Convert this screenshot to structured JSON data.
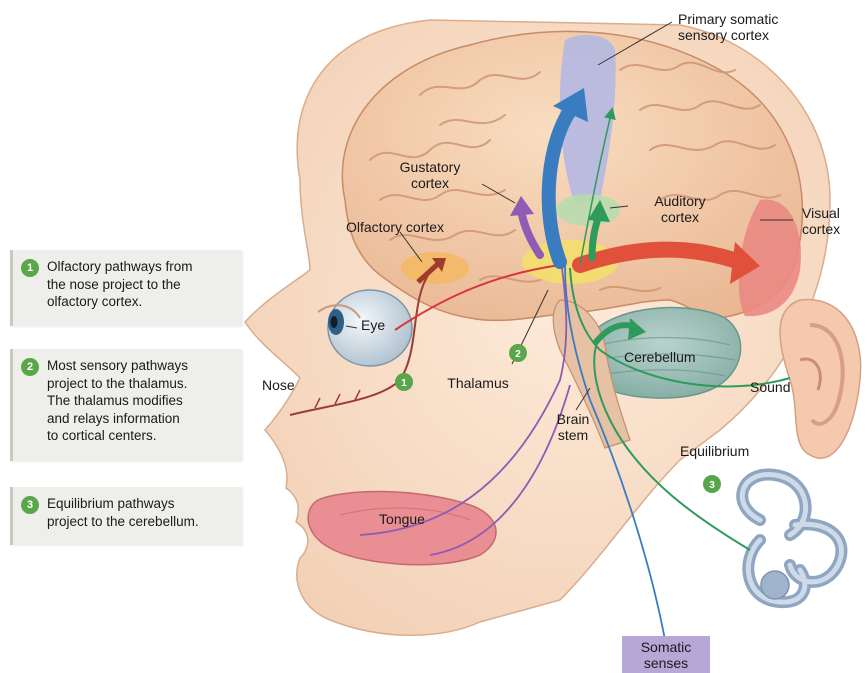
{
  "labels": {
    "primary_somatic": "Primary somatic\nsensory cortex",
    "gustatory": "Gustatory\ncortex",
    "auditory": "Auditory\ncortex",
    "visual": "Visual\ncortex",
    "olfactory": "Olfactory cortex",
    "eye": "Eye",
    "nose": "Nose",
    "thalamus": "Thalamus",
    "cerebellum": "Cerebellum",
    "sound": "Sound",
    "brain_stem": "Brain\nstem",
    "equilibrium": "Equilibrium",
    "tongue": "Tongue",
    "somatic_senses": "Somatic\nsenses"
  },
  "markers": [
    "1",
    "2",
    "3"
  ],
  "callouts": [
    {
      "number": "1",
      "text": "Olfactory pathways from\nthe nose project to the\nolfactory cortex."
    },
    {
      "number": "2",
      "text": "Most sensory pathways\nproject to the thalamus.\nThe thalamus modifies\nand relays information\nto cortical centers."
    },
    {
      "number": "3",
      "text": "Equilibrium pathways\nproject to the cerebellum."
    }
  ],
  "colors": {
    "olfactory_path": "#d9343f",
    "somatic_path": "#3a7cc0",
    "gustatory_path": "#8e5bb5",
    "equilibrium_path": "#2e9a5c",
    "visual_path": "#e0503a",
    "marker_green": "#5aa64a",
    "somatic_box": "#b7a7d6"
  }
}
